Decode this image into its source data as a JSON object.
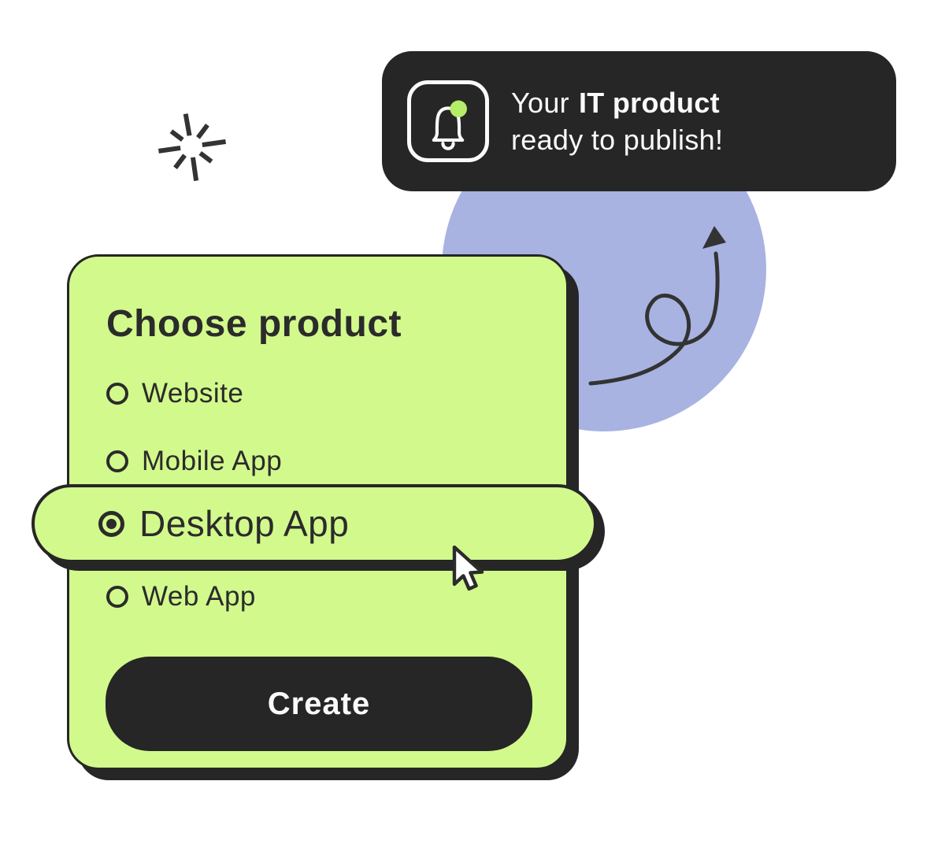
{
  "colors": {
    "dark": "#262626",
    "green": "#d2f98c",
    "blue": "#a8b3e2",
    "dot_green": "#b5ec69",
    "text_dark": "#2b2b2b",
    "white": "#fafafa"
  },
  "toast": {
    "line1_regular": "Your",
    "line1_bold": "IT product",
    "line2": "ready to publish!"
  },
  "chooser": {
    "title": "Choose product",
    "options": [
      {
        "label": "Website",
        "selected": false
      },
      {
        "label": "Mobile App",
        "selected": false
      },
      {
        "label": "Desktop App",
        "selected": true
      },
      {
        "label": "Web App",
        "selected": false
      }
    ],
    "create_label": "Create"
  }
}
